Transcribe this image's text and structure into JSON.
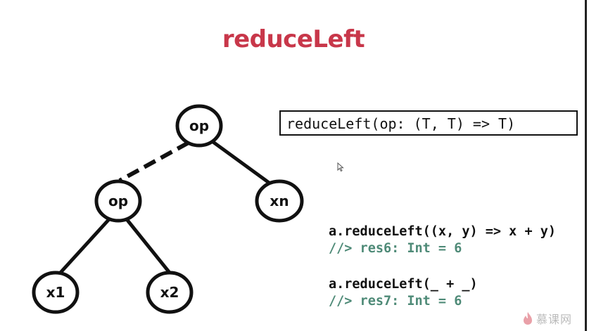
{
  "title": "reduceLeft",
  "signature": "reduceLeft(op: (T, T) => T)",
  "tree": {
    "root": "op",
    "left": "op",
    "right": "xn",
    "left_left": "x1",
    "left_right": "x2"
  },
  "examples": [
    {
      "code": "a.reduceLeft((x, y) => x + y)",
      "result": "//> res6: Int = 6"
    },
    {
      "code": "a.reduceLeft(_ + _)",
      "result": "//> res7: Int = 6"
    }
  ],
  "logo": {
    "text": "慕课网"
  },
  "colors": {
    "title": "#c8374a",
    "comment": "#4e8a77"
  }
}
